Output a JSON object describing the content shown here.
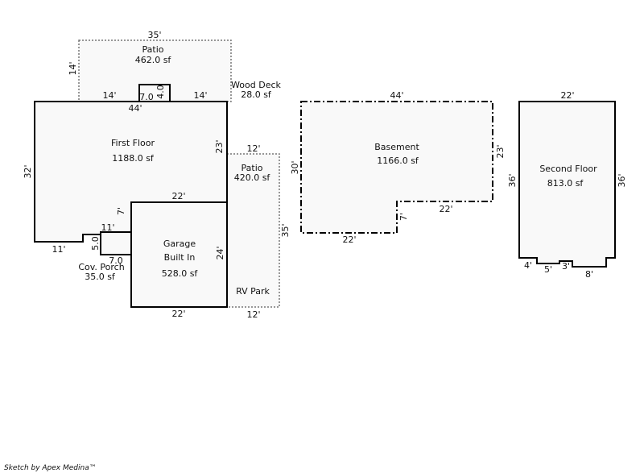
{
  "areas": {
    "patio_top": {
      "name": "Patio",
      "area": "462.0 sf",
      "dims": {
        "top": "35'",
        "left": "14'",
        "bottom_left": "14'",
        "bottom_right": "14'"
      }
    },
    "wood_deck": {
      "name": "Wood Deck",
      "area": "28.0 sf",
      "dims": {
        "width": "7.0",
        "height": "4.0"
      }
    },
    "first_floor": {
      "name": "First Floor",
      "area": "1188.0 sf",
      "dims": {
        "top": "44'",
        "left": "32'",
        "right": "23'",
        "bottom_left": "11'",
        "step": "7'",
        "garage_top": "22'"
      }
    },
    "cov_porch": {
      "name": "Cov. Porch",
      "area": "35.0 sf",
      "dims": {
        "top": "11'",
        "height": "5.0",
        "width": "7.0"
      }
    },
    "garage": {
      "name_line1": "Garage",
      "name_line2": "Built In",
      "area": "528.0 sf",
      "dims": {
        "right": "24'",
        "bottom": "22'"
      }
    },
    "patio_right": {
      "name": "Patio",
      "area": "420.0 sf",
      "extra_label": "RV Park",
      "dims": {
        "top": "12'",
        "right": "35'",
        "bottom": "12'"
      }
    },
    "basement": {
      "name": "Basement",
      "area": "1166.0 sf",
      "dims": {
        "top": "44'",
        "left": "30'",
        "right": "23'",
        "step_bottom": "22'",
        "step": "7'",
        "bottom": "22'"
      }
    },
    "second_floor": {
      "name": "Second Floor",
      "area": "813.0 sf",
      "dims": {
        "top": "22'",
        "left": "36'",
        "right": "36'",
        "b1": "4'",
        "b2": "5'",
        "b3": "3'",
        "b4": "8'"
      }
    }
  },
  "credit": "Sketch by Apex Medina™"
}
